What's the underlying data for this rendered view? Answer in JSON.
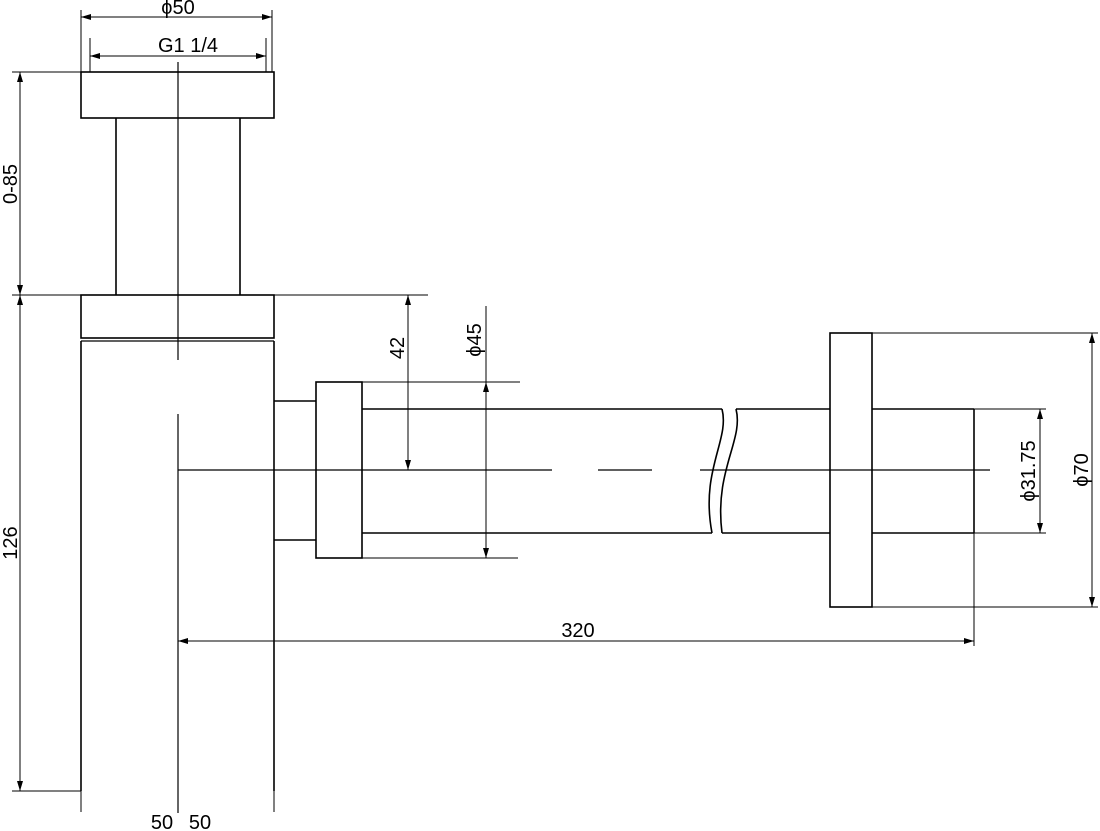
{
  "dimensions": {
    "top_outer_diameter": "ϕ50",
    "top_thread": "G1 1/4",
    "height_adjust": "0-85",
    "body_height": "126",
    "outlet_offset": "42",
    "nut_diameter": "ϕ45",
    "pipe_diameter": "ϕ31.75",
    "flange_diameter": "ϕ70",
    "outlet_length": "320",
    "half_width_left": "50",
    "half_width_right": "50"
  }
}
